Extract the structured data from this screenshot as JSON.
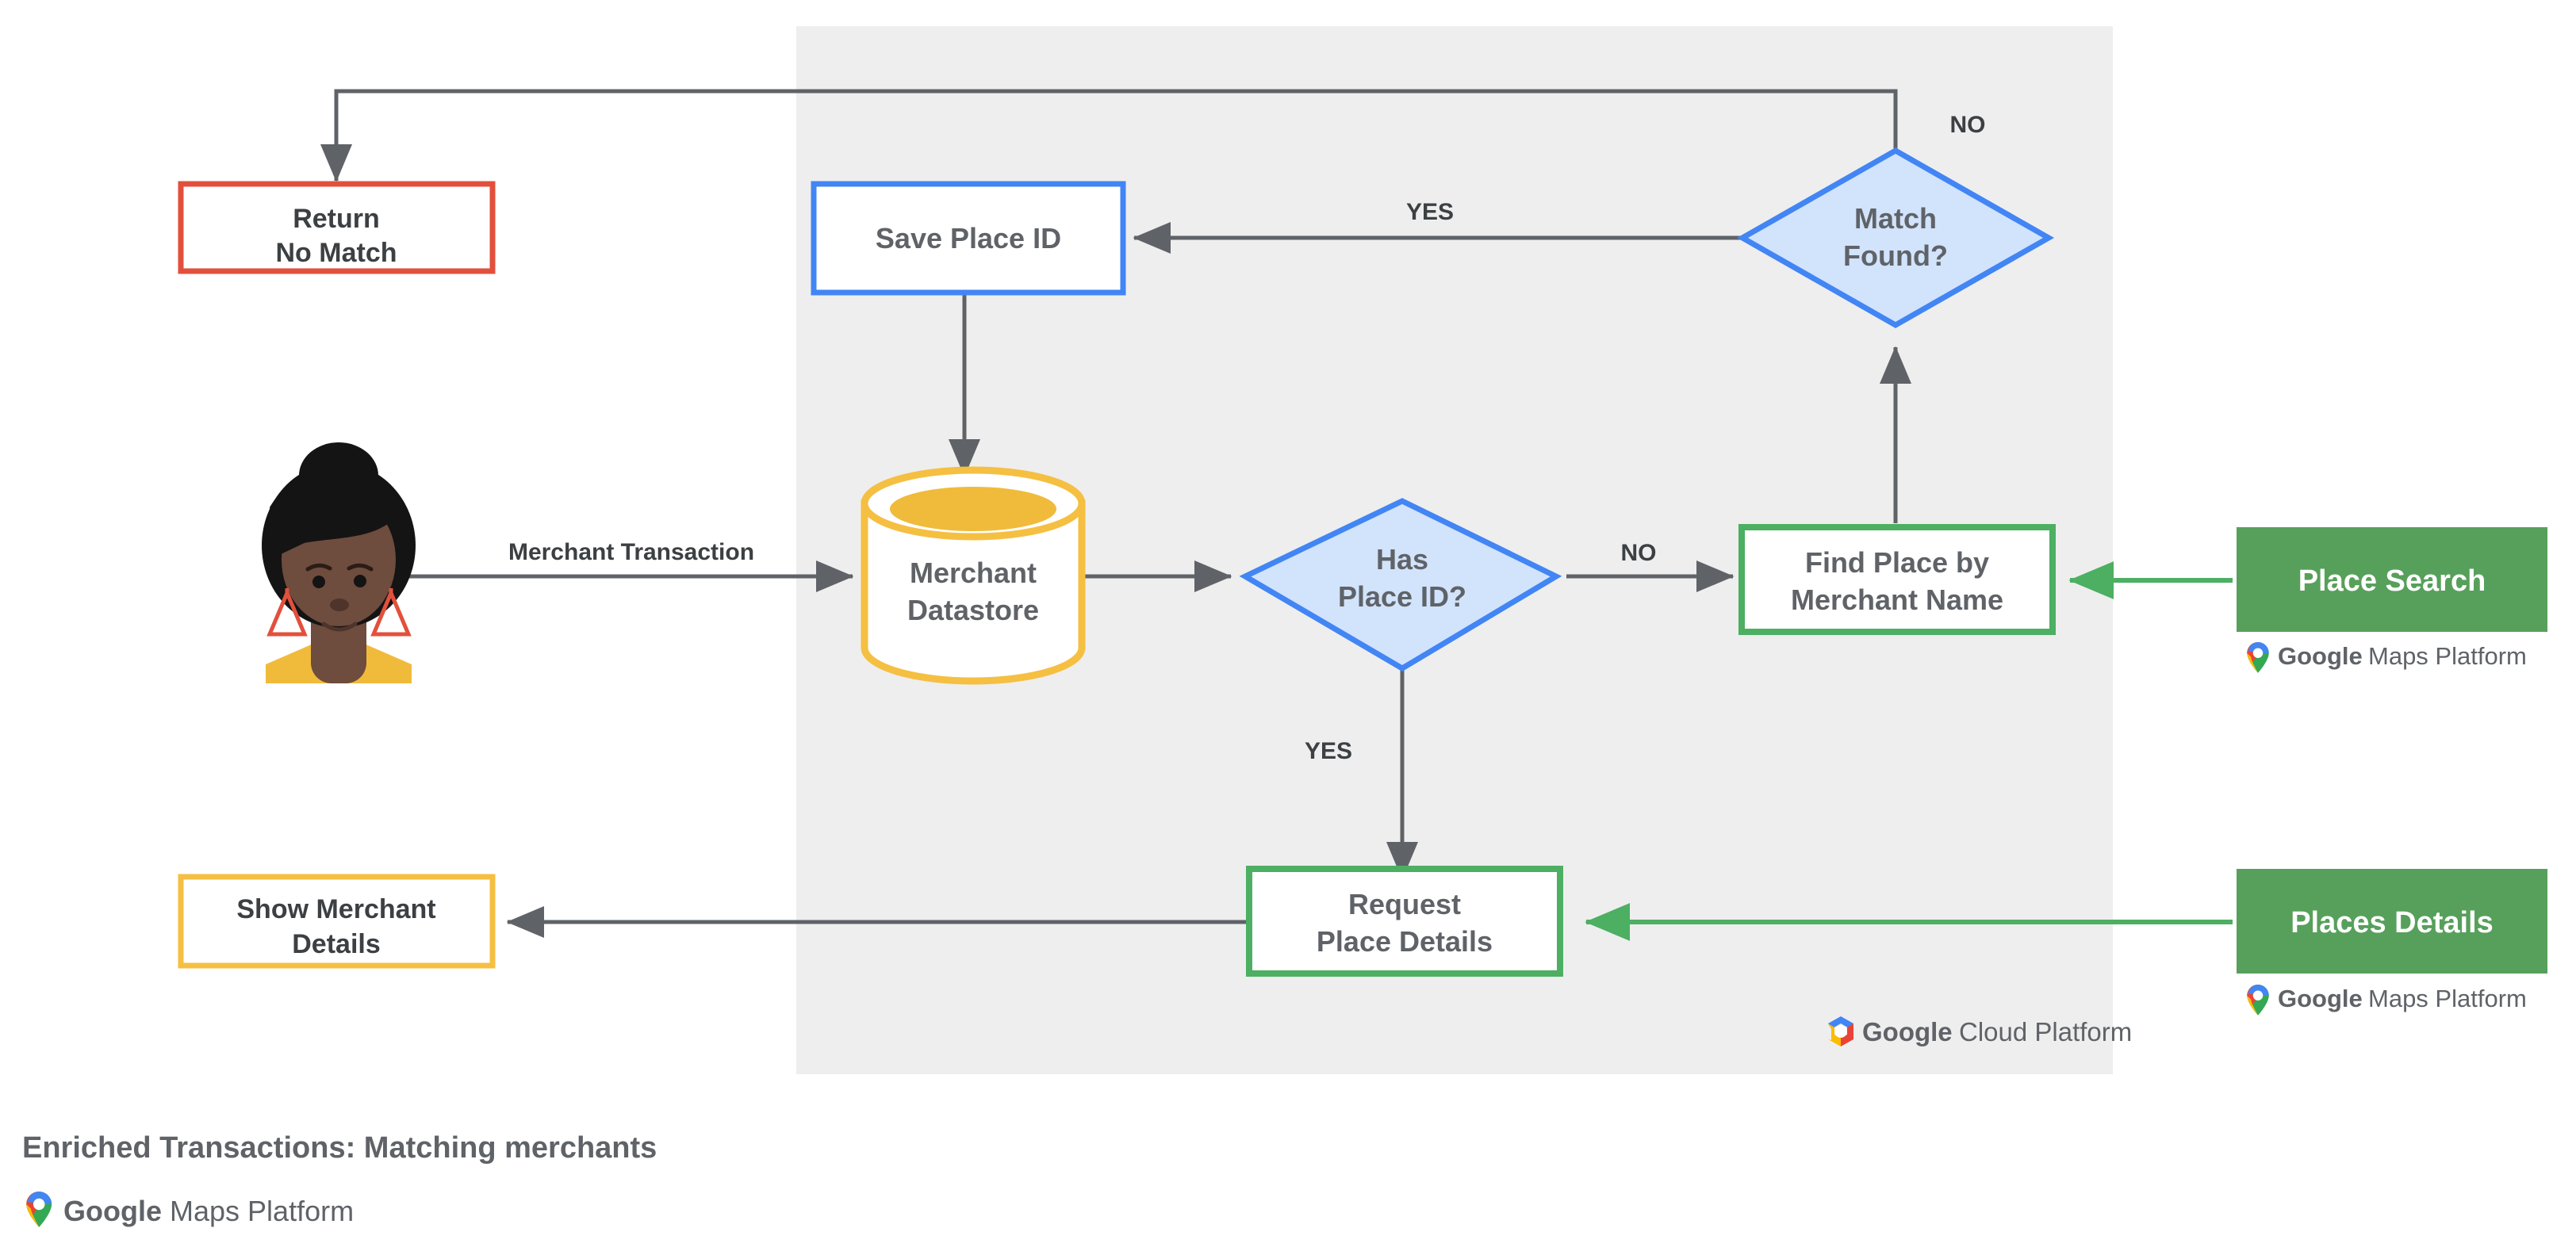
{
  "diagram": {
    "caption": "Enriched Transactions: Matching merchants",
    "footer_brand": {
      "icon": "google-maps-pin-icon",
      "word_bold": "Google",
      "word_light": "Maps Platform"
    },
    "container": {
      "name": "google-cloud-platform-container",
      "fill": "#eeeeee",
      "brand": {
        "icon": "google-cloud-hexagon-icon",
        "word_bold": "Google",
        "word_light": "Cloud Platform"
      }
    },
    "colors": {
      "blue": "#4285f4",
      "blue_fill": "#d2e3fc",
      "green": "#4caf62",
      "green_solid": "#57a05b",
      "yellow": "#f5bf42",
      "red": "#e2503c",
      "gray_stroke": "#5f6368",
      "panel": "#eeeeee",
      "text": "#5f6368"
    },
    "actor": {
      "name": "merchant-customer-avatar",
      "hair": "#141414",
      "skin": "#6e4c3e",
      "collar": "#f0bb3b",
      "earring": "#e2503c"
    },
    "nodes": [
      {
        "id": "return-no-match",
        "lines": [
          "Return",
          "No Match"
        ],
        "shape": "rect",
        "style": "red-outline"
      },
      {
        "id": "save-place-id",
        "lines": [
          "Save Place ID"
        ],
        "shape": "rect",
        "style": "blue-outline"
      },
      {
        "id": "match-found",
        "lines": [
          "Match",
          "Found?"
        ],
        "shape": "diamond",
        "style": "blue-fill"
      },
      {
        "id": "merchant-datastore",
        "lines": [
          "Merchant",
          "Datastore"
        ],
        "shape": "cylinder",
        "style": "yellow-outline"
      },
      {
        "id": "has-place-id",
        "lines": [
          "Has",
          "Place ID?"
        ],
        "shape": "diamond",
        "style": "blue-fill"
      },
      {
        "id": "find-place",
        "lines": [
          "Find Place by",
          "Merchant Name"
        ],
        "shape": "rect",
        "style": "green-outline"
      },
      {
        "id": "place-search",
        "lines": [
          "Place Search"
        ],
        "shape": "rect",
        "style": "green-solid"
      },
      {
        "id": "show-merchant",
        "lines": [
          "Show Merchant",
          "Details"
        ],
        "shape": "rect",
        "style": "yellow-outline"
      },
      {
        "id": "request-details",
        "lines": [
          "Request",
          "Place Details"
        ],
        "shape": "rect",
        "style": "green-outline"
      },
      {
        "id": "places-details",
        "lines": [
          "Places Details"
        ],
        "shape": "rect",
        "style": "green-solid"
      }
    ],
    "edge_labels": [
      {
        "id": "merchant-transaction-label",
        "text": "Merchant Transaction"
      },
      {
        "id": "match-found-no-label",
        "text": "NO"
      },
      {
        "id": "match-found-yes-label",
        "text": "YES"
      },
      {
        "id": "has-place-id-no-label",
        "text": "NO"
      },
      {
        "id": "has-place-id-yes-label",
        "text": "YES"
      }
    ],
    "brand_badges": [
      {
        "id": "place-search-brand",
        "word_bold": "Google",
        "word_light": "Maps Platform"
      },
      {
        "id": "places-details-brand",
        "word_bold": "Google",
        "word_light": "Maps Platform"
      }
    ]
  }
}
